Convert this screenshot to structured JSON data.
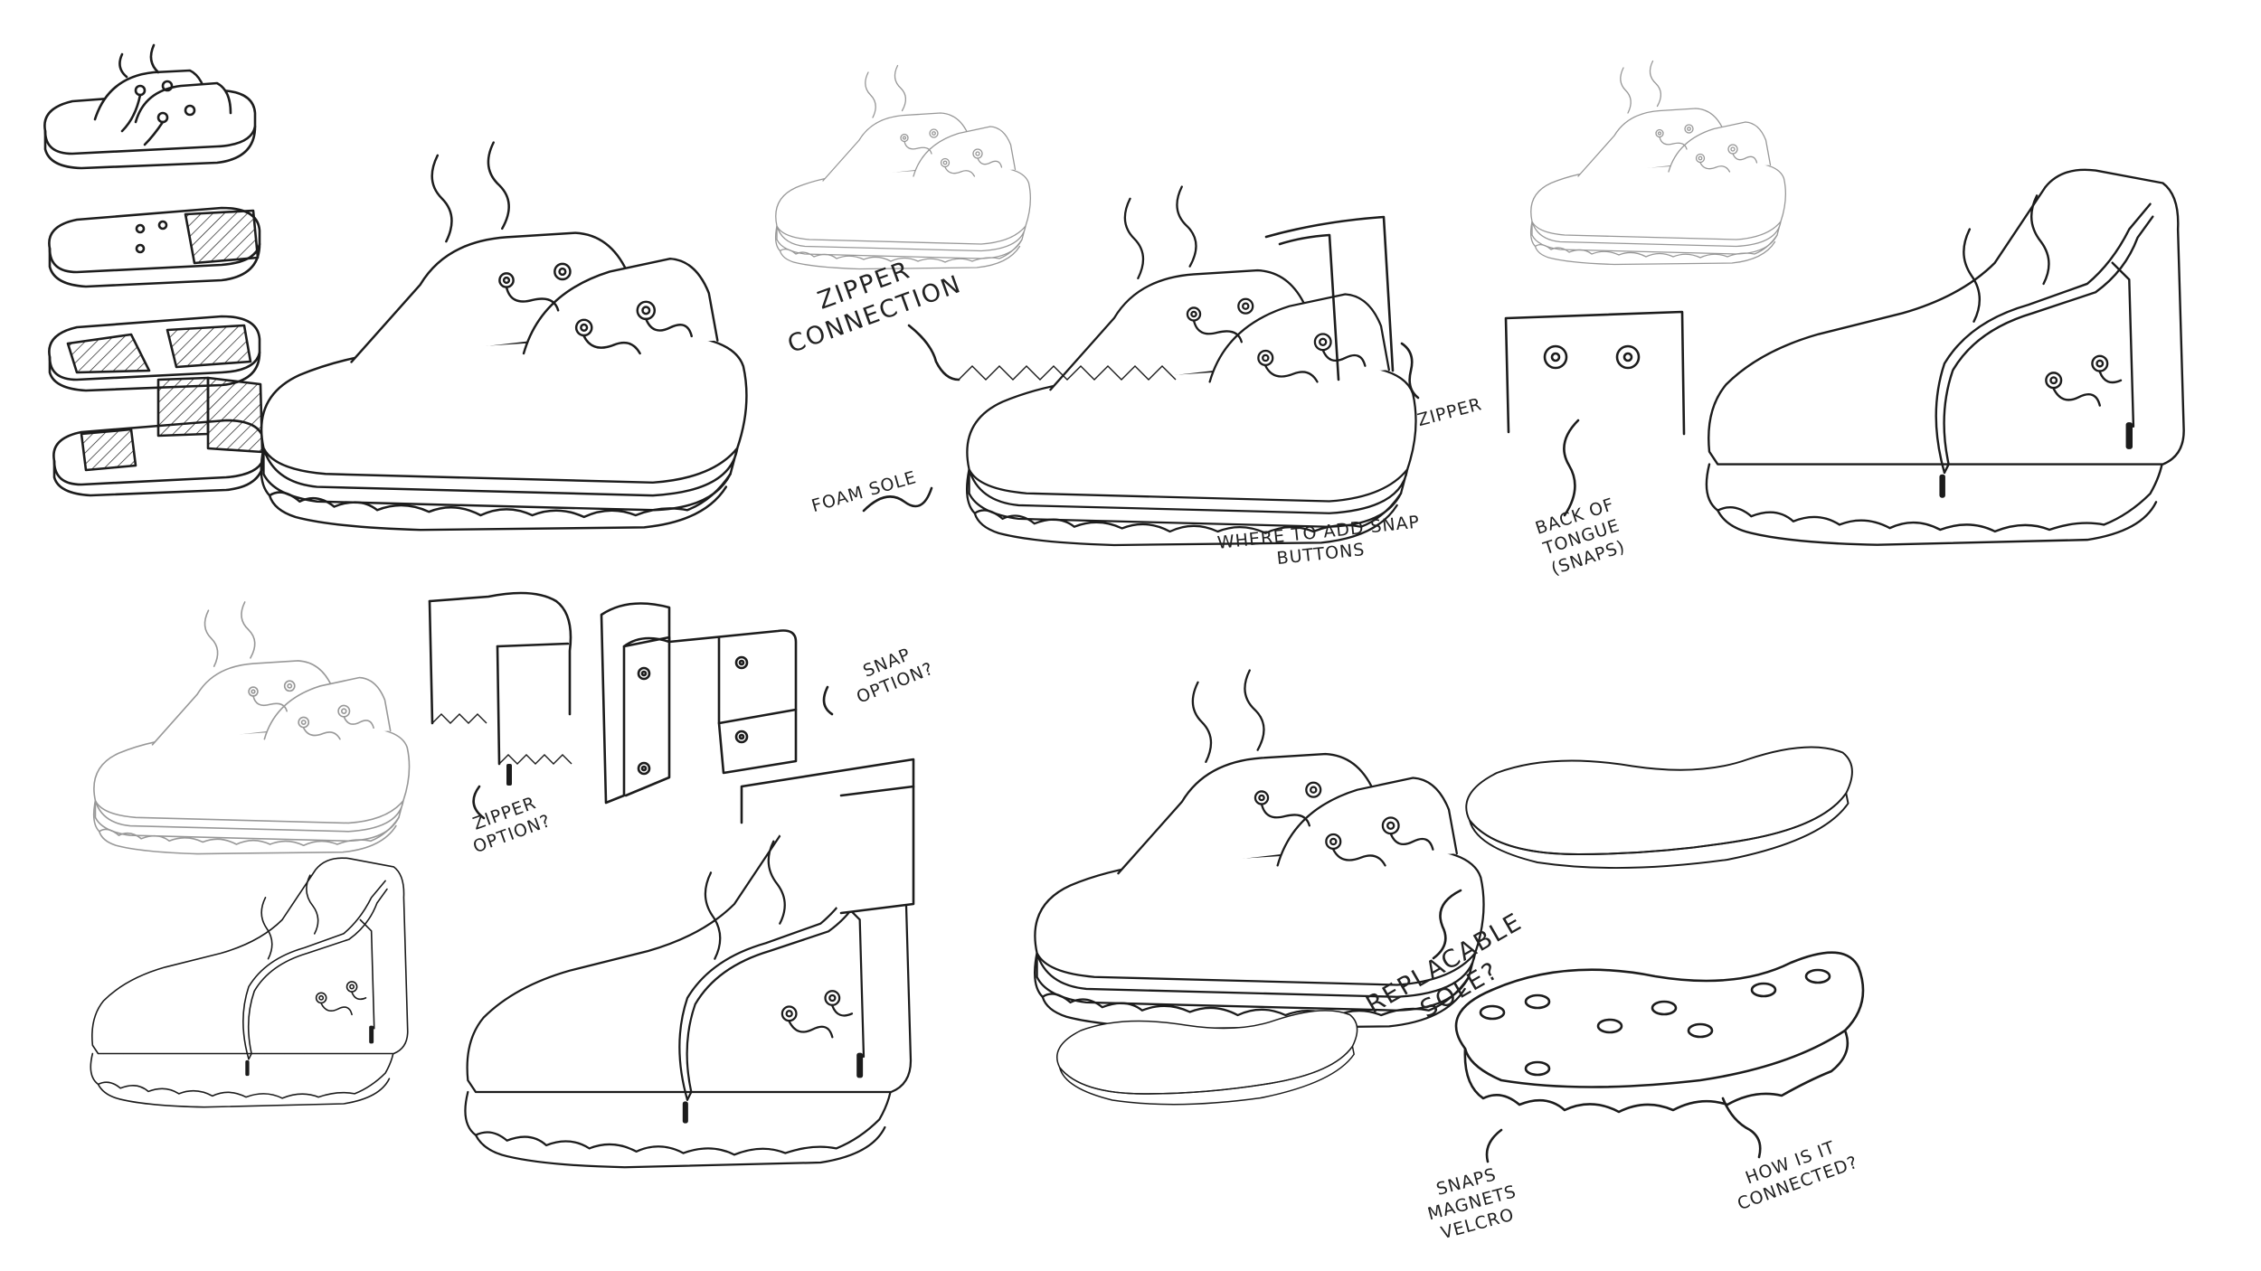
{
  "annotations": {
    "zipper_connection": "ZIPPER\nCONNECTION",
    "foam_sole": "FOAM SOLE",
    "zipper": "ZIPPER",
    "where_to_add_snap": "WHERE TO ADD SNAP\nBUTTONS",
    "back_of_tongue": "BACK OF\nTONGUE\n(SNAPS)",
    "snap_option": "SNAP\nOPTION?",
    "zipper_option": "ZIPPER\nOPTION?",
    "replacable_sole": "REPLACABLE\nSOLE?",
    "snaps_magnets_velcro": "SNAPS\nMAGNETS\nVELCRO",
    "how_is_it_connected": "HOW IS IT\nCONNECTED?"
  },
  "colors": {
    "ink": "#1c1c1c",
    "faded_ink": "#9a9a9a",
    "paper": "#ffffff"
  }
}
